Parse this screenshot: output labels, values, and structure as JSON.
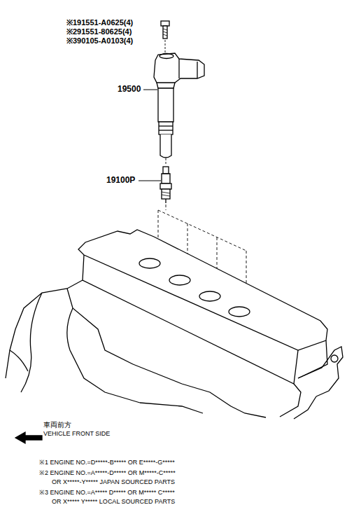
{
  "diagram": {
    "labels": [
      "※191551-A0625(4)",
      "※291551-80625(4)",
      "※390105-A0103(4)",
      "19500",
      "19100P",
      "車両前方",
      "VEHICLE FRONT SIDE",
      "※1 ENGINE NO.=D*****-B***** OR E*****-G*****",
      "※2 ENGINE NO.=A*****-D***** OR M*****-C*****",
      "OR X*****-Y***** JAPAN SOURCED PARTS",
      "※3 ENGINE NO.=A***** D***** OR M***** C*****",
      "OR X***** Y***** LOCAL SOURCED PARTS"
    ]
  }
}
